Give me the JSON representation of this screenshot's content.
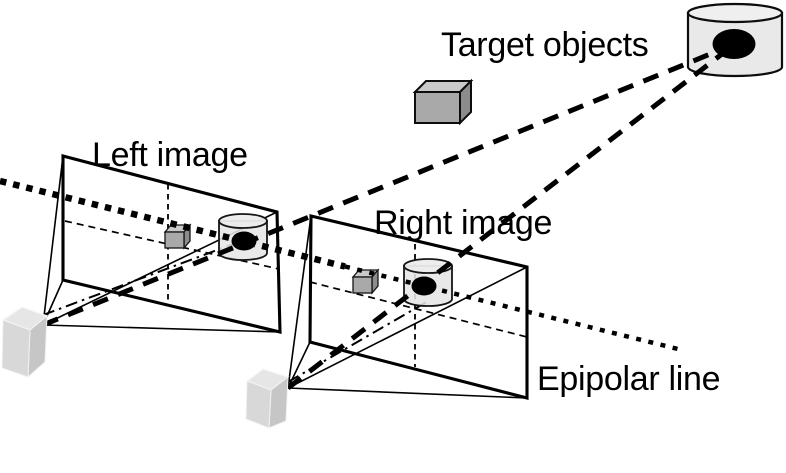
{
  "diagram": {
    "title": "Stereo camera epipolar geometry diagram",
    "labels": {
      "target_objects": "Target objects",
      "left_image": "Left image",
      "right_image": "Right image",
      "epipolar_line": "Epipolar line"
    },
    "elements": [
      "target-cylinder-with-black-dot",
      "target-cube",
      "left-image-plane-with-projected-cube-and-cylinder",
      "right-image-plane-with-projected-cube-and-cylinder",
      "left-camera-box",
      "right-camera-box",
      "projection-ray-left-camera-to-cylinder-dot",
      "projection-ray-right-camera-to-cylinder-dot",
      "epipolar-dotted-line"
    ],
    "colors": {
      "line": "#000000",
      "background": "#ffffff",
      "cylinder_fill": "#e6e6e6",
      "cube_front": "#a9a9a9",
      "cube_top": "#c9c9c9",
      "cube_side": "#8c8c8c",
      "camera_front": "#d8d8d8",
      "camera_top": "#e6e6e6",
      "camera_side": "#c6c6c6",
      "marker_dot": "#000000"
    }
  }
}
